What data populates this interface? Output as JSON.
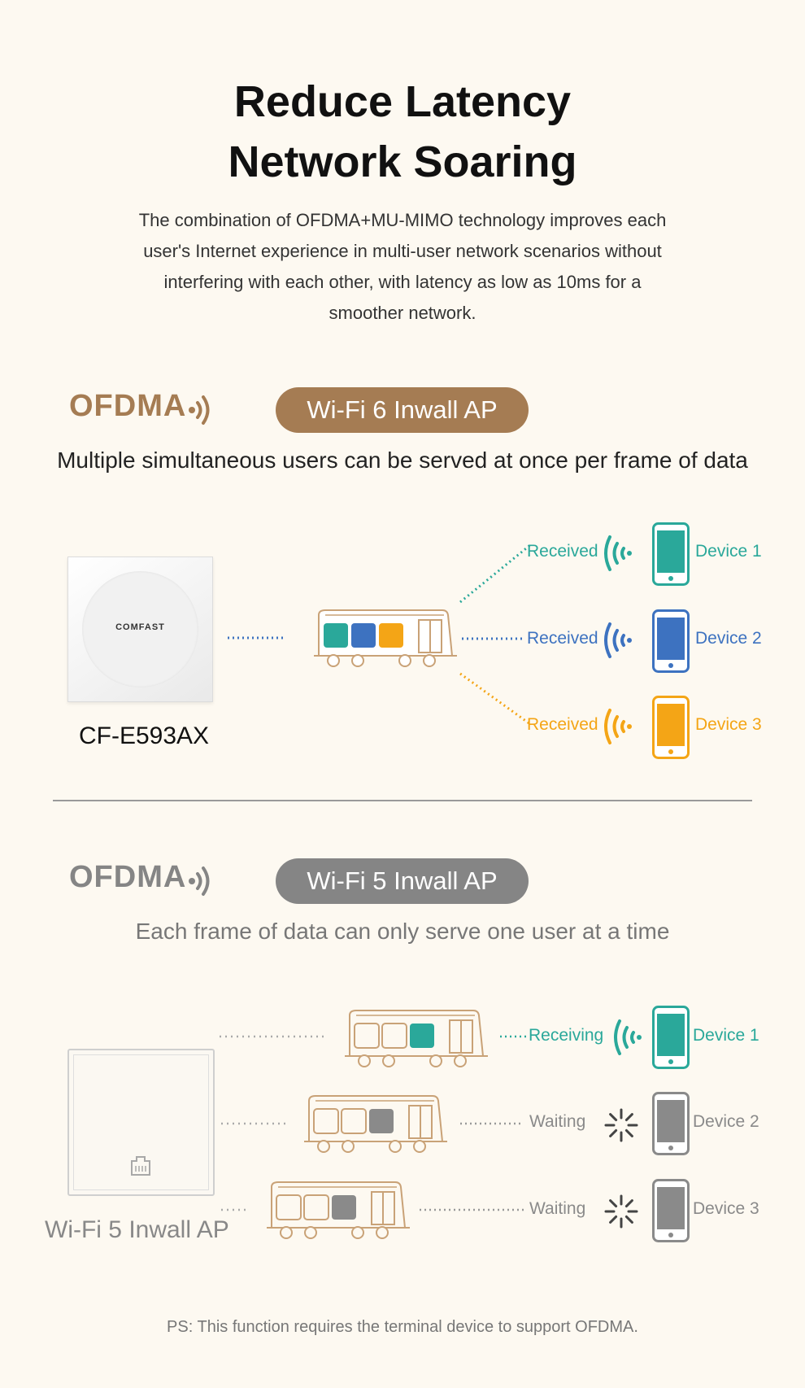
{
  "header": {
    "title_line1": "Reduce Latency",
    "title_line2": "Network Soaring",
    "intro": "The combination of OFDMA+MU-MIMO technology improves each user's Internet experience in multi-user network scenarios without interfering with each other, with latency as low as 10ms for a smoother network."
  },
  "wifi6": {
    "tech_label": "OFDMA",
    "badge": "Wi-Fi 6 Inwall AP",
    "badge_color": "#a57c53",
    "description": "Multiple simultaneous users can be served at once per frame of data",
    "device_brand": "COMFAST",
    "model": "CF-E593AX",
    "devices": [
      {
        "status": "Received",
        "name": "Device 1",
        "color": "#2aa89a"
      },
      {
        "status": "Received",
        "name": "Device 2",
        "color": "#3d72c0"
      },
      {
        "status": "Received",
        "name": "Device 3",
        "color": "#f4a516"
      }
    ]
  },
  "wifi5": {
    "tech_label": "OFDMA",
    "badge": "Wi-Fi 5 Inwall AP",
    "badge_color": "#858585",
    "description": "Each frame of data can only serve one user at a time",
    "model": "Wi-Fi 5 Inwall AP",
    "devices": [
      {
        "status": "Receiving",
        "name": "Device 1",
        "color": "#2aa89a"
      },
      {
        "status": "Waiting",
        "name": "Device 2",
        "color": "#8a8a8a"
      },
      {
        "status": "Waiting",
        "name": "Device 3",
        "color": "#8a8a8a"
      }
    ]
  },
  "footer": {
    "note": "PS: This function requires the terminal device to support OFDMA."
  }
}
